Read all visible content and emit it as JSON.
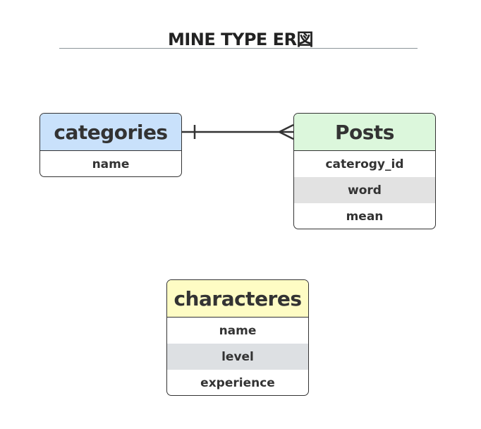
{
  "title": "MINE TYPE ER図",
  "entities": {
    "categories": {
      "name": "categories",
      "color": "#c9e1fb",
      "fields": [
        "name"
      ]
    },
    "posts": {
      "name": "Posts",
      "color": "#dcf7dc",
      "fields": [
        "caterogy_id",
        "word",
        "mean"
      ]
    },
    "characteres": {
      "name": "characteres",
      "color": "#fefcc4",
      "fields": [
        "name",
        "level",
        "experience"
      ]
    }
  },
  "relationships": [
    {
      "from": "categories",
      "to": "posts",
      "from_cardinality": "one",
      "to_cardinality": "many"
    }
  ]
}
